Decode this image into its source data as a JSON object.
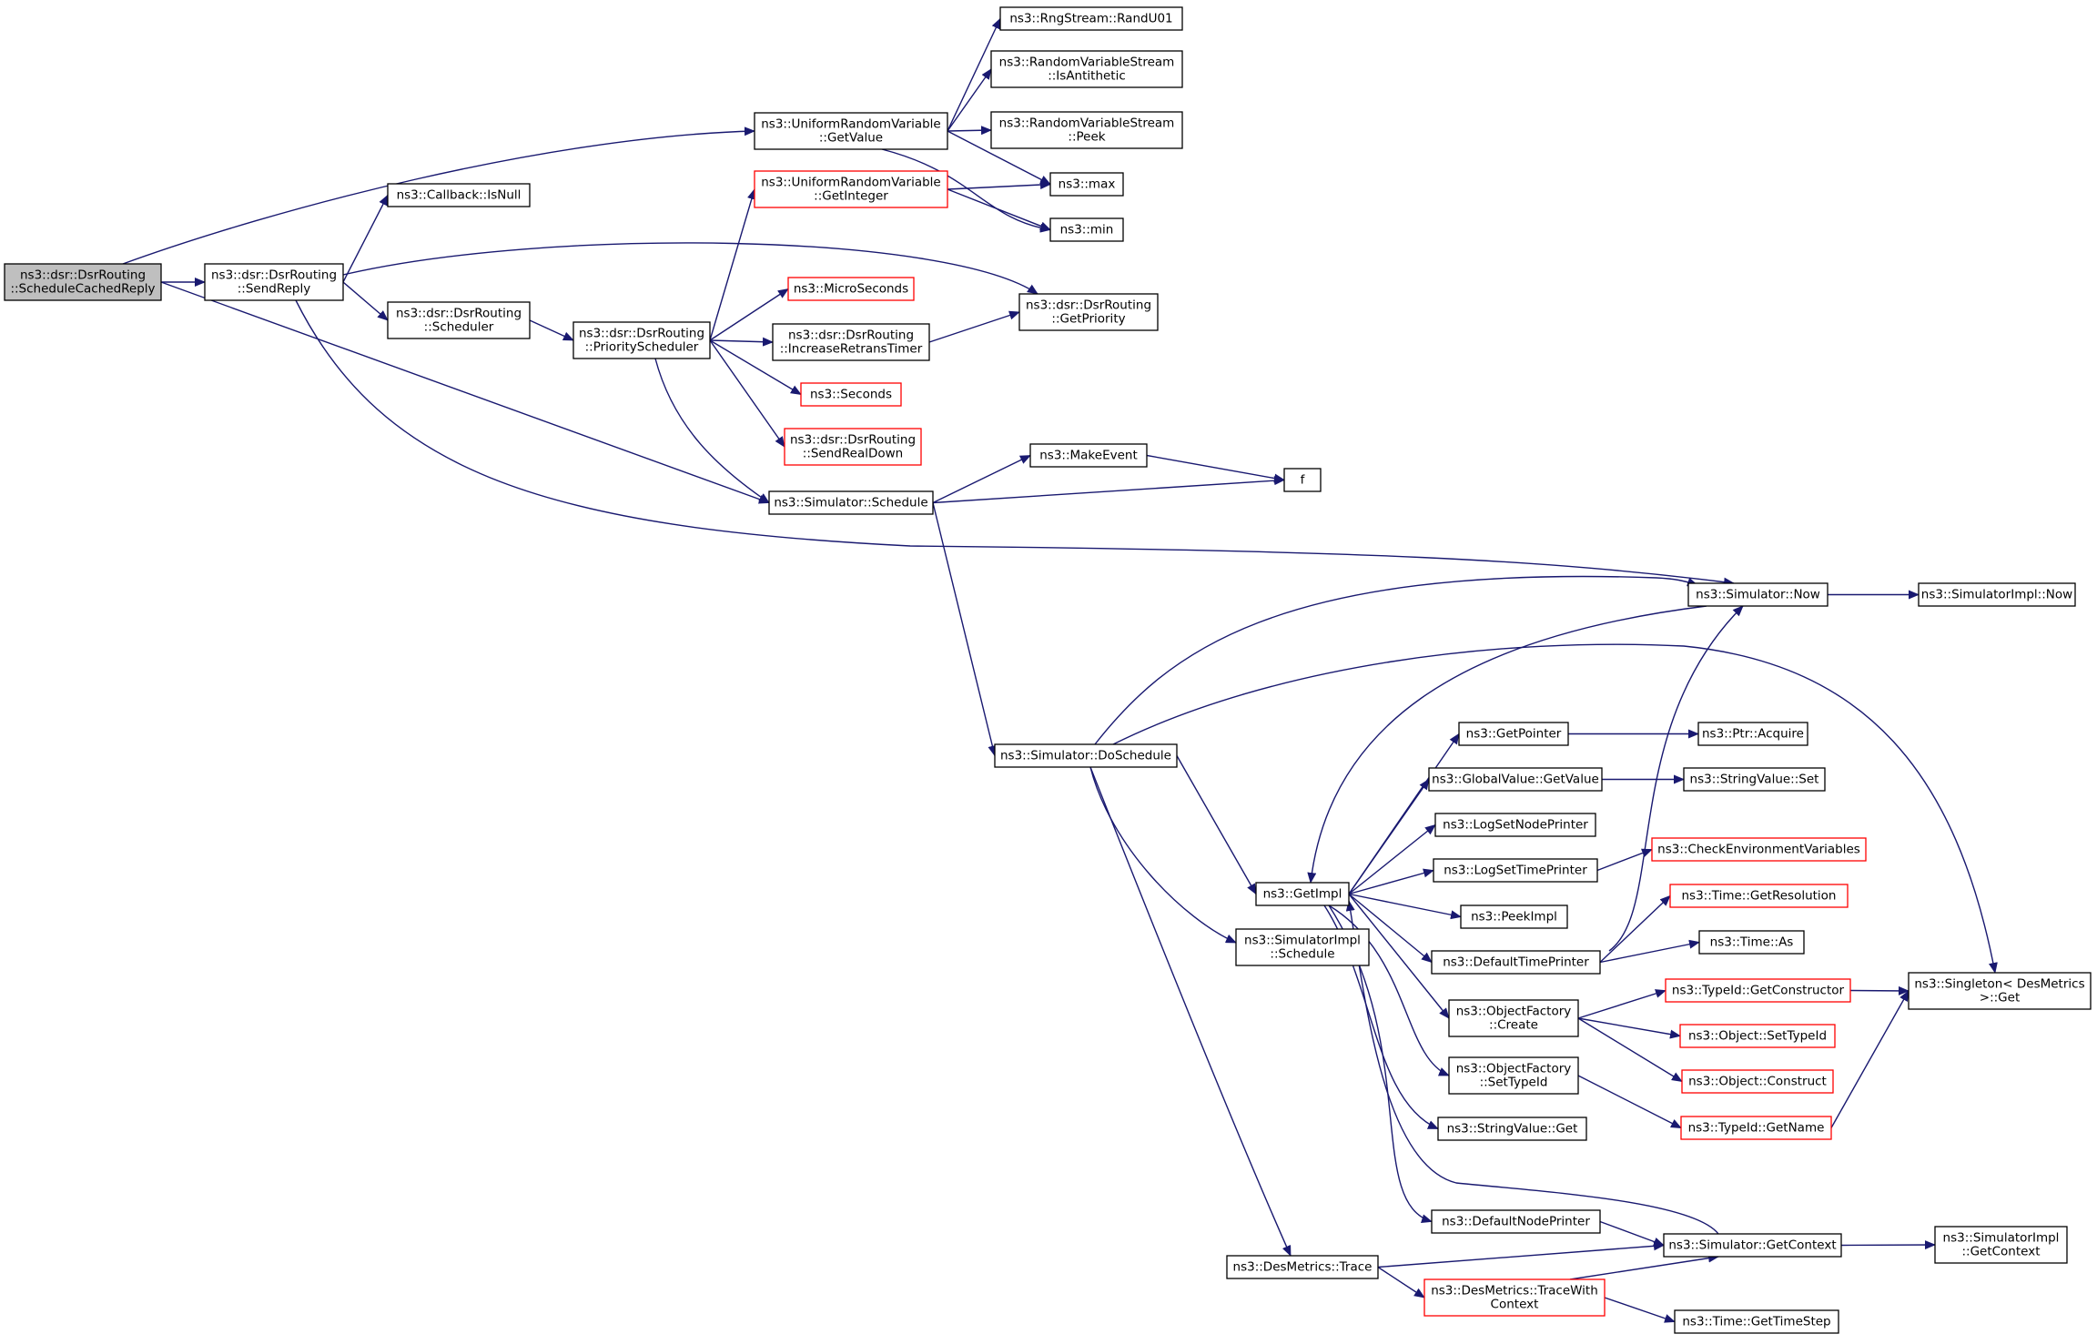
{
  "colors": {
    "edge": "#191970",
    "node_border": "#000000",
    "node_border_truncated": "#ff0000",
    "node_fill": "#ffffff",
    "root_fill": "#bfbfbf"
  },
  "nodes": [
    {
      "id": "root",
      "lines": [
        "ns3::dsr::DsrRouting",
        "::ScheduleCachedReply"
      ],
      "style": "root"
    },
    {
      "id": "sendreply",
      "lines": [
        "ns3::dsr::DsrRouting",
        "::SendReply"
      ],
      "style": "normal"
    },
    {
      "id": "isnull",
      "lines": [
        "ns3::Callback::IsNull"
      ],
      "style": "normal"
    },
    {
      "id": "scheduler",
      "lines": [
        "ns3::dsr::DsrRouting",
        "::Scheduler"
      ],
      "style": "normal"
    },
    {
      "id": "prioritysched",
      "lines": [
        "ns3::dsr::DsrRouting",
        "::PriorityScheduler"
      ],
      "style": "normal"
    },
    {
      "id": "urv_getvalue",
      "lines": [
        "ns3::UniformRandomVariable",
        "::GetValue"
      ],
      "style": "normal"
    },
    {
      "id": "urv_getinteger",
      "lines": [
        "ns3::UniformRandomVariable",
        "::GetInteger"
      ],
      "style": "truncated"
    },
    {
      "id": "microseconds",
      "lines": [
        "ns3::MicroSeconds"
      ],
      "style": "truncated"
    },
    {
      "id": "increaseretrans",
      "lines": [
        "ns3::dsr::DsrRouting",
        "::IncreaseRetransTimer"
      ],
      "style": "normal"
    },
    {
      "id": "seconds",
      "lines": [
        "ns3::Seconds"
      ],
      "style": "truncated"
    },
    {
      "id": "sendrealdown",
      "lines": [
        "ns3::dsr::DsrRouting",
        "::SendRealDown"
      ],
      "style": "truncated"
    },
    {
      "id": "sim_schedule",
      "lines": [
        "ns3::Simulator::Schedule"
      ],
      "style": "normal"
    },
    {
      "id": "randu01",
      "lines": [
        "ns3::RngStream::RandU01"
      ],
      "style": "normal"
    },
    {
      "id": "isantithetic",
      "lines": [
        "ns3::RandomVariableStream",
        "::IsAntithetic"
      ],
      "style": "normal"
    },
    {
      "id": "peek",
      "lines": [
        "ns3::RandomVariableStream",
        "::Peek"
      ],
      "style": "normal"
    },
    {
      "id": "max",
      "lines": [
        "ns3::max"
      ],
      "style": "normal"
    },
    {
      "id": "min",
      "lines": [
        "ns3::min"
      ],
      "style": "normal"
    },
    {
      "id": "getpriority",
      "lines": [
        "ns3::dsr::DsrRouting",
        "::GetPriority"
      ],
      "style": "normal"
    },
    {
      "id": "makeevent",
      "lines": [
        "ns3::MakeEvent"
      ],
      "style": "normal"
    },
    {
      "id": "f",
      "lines": [
        "f"
      ],
      "style": "normal"
    },
    {
      "id": "sim_now",
      "lines": [
        "ns3::Simulator::Now"
      ],
      "style": "normal"
    },
    {
      "id": "simimpl_now",
      "lines": [
        "ns3::SimulatorImpl::Now"
      ],
      "style": "normal"
    },
    {
      "id": "doschedule",
      "lines": [
        "ns3::Simulator::DoSchedule"
      ],
      "style": "normal"
    },
    {
      "id": "getimpl",
      "lines": [
        "ns3::GetImpl"
      ],
      "style": "normal"
    },
    {
      "id": "simimpl_schedule",
      "lines": [
        "ns3::SimulatorImpl",
        "::Schedule"
      ],
      "style": "normal"
    },
    {
      "id": "desmetrics_trace",
      "lines": [
        "ns3::DesMetrics::Trace"
      ],
      "style": "normal"
    },
    {
      "id": "getpointer",
      "lines": [
        "ns3::GetPointer"
      ],
      "style": "normal"
    },
    {
      "id": "globalvalue_getvalue",
      "lines": [
        "ns3::GlobalValue::GetValue"
      ],
      "style": "normal"
    },
    {
      "id": "logsetnodeprinter",
      "lines": [
        "ns3::LogSetNodePrinter"
      ],
      "style": "normal"
    },
    {
      "id": "logsettimeprinter",
      "lines": [
        "ns3::LogSetTimePrinter"
      ],
      "style": "normal"
    },
    {
      "id": "peekimpl",
      "lines": [
        "ns3::PeekImpl"
      ],
      "style": "normal"
    },
    {
      "id": "defaulttimeprinter",
      "lines": [
        "ns3::DefaultTimePrinter"
      ],
      "style": "normal"
    },
    {
      "id": "objfactory_create",
      "lines": [
        "ns3::ObjectFactory",
        "::Create"
      ],
      "style": "normal"
    },
    {
      "id": "objfactory_settypeid",
      "lines": [
        "ns3::ObjectFactory",
        "::SetTypeId"
      ],
      "style": "normal"
    },
    {
      "id": "stringvalue_get",
      "lines": [
        "ns3::StringValue::Get"
      ],
      "style": "normal"
    },
    {
      "id": "defaultnodeprinter",
      "lines": [
        "ns3::DefaultNodePrinter"
      ],
      "style": "normal"
    },
    {
      "id": "sim_getcontext",
      "lines": [
        "ns3::Simulator::GetContext"
      ],
      "style": "normal"
    },
    {
      "id": "tracewithcontext",
      "lines": [
        "ns3::DesMetrics::TraceWith",
        "Context"
      ],
      "style": "truncated"
    },
    {
      "id": "ptr_acquire",
      "lines": [
        "ns3::Ptr::Acquire"
      ],
      "style": "normal"
    },
    {
      "id": "stringvalue_set",
      "lines": [
        "ns3::StringValue::Set"
      ],
      "style": "normal"
    },
    {
      "id": "checkenv",
      "lines": [
        "ns3::CheckEnvironmentVariables"
      ],
      "style": "truncated"
    },
    {
      "id": "time_getresolution",
      "lines": [
        "ns3::Time::GetResolution"
      ],
      "style": "truncated"
    },
    {
      "id": "time_as",
      "lines": [
        "ns3::Time::As"
      ],
      "style": "normal"
    },
    {
      "id": "typeid_getconstructor",
      "lines": [
        "ns3::TypeId::GetConstructor"
      ],
      "style": "truncated"
    },
    {
      "id": "object_settypeid",
      "lines": [
        "ns3::Object::SetTypeId"
      ],
      "style": "truncated"
    },
    {
      "id": "object_construct",
      "lines": [
        "ns3::Object::Construct"
      ],
      "style": "truncated"
    },
    {
      "id": "typeid_getname",
      "lines": [
        "ns3::TypeId::GetName"
      ],
      "style": "truncated"
    },
    {
      "id": "singleton_get",
      "lines": [
        "ns3::Singleton< DesMetrics",
        " >::Get"
      ],
      "style": "normal"
    },
    {
      "id": "simimpl_getcontext",
      "lines": [
        "ns3::SimulatorImpl",
        "::GetContext"
      ],
      "style": "normal"
    },
    {
      "id": "time_gettimestep",
      "lines": [
        "ns3::Time::GetTimeStep"
      ],
      "style": "normal"
    }
  ],
  "edges": [
    [
      "root",
      "urv_getvalue"
    ],
    [
      "root",
      "sendreply"
    ],
    [
      "root",
      "sim_schedule"
    ],
    [
      "sendreply",
      "isnull"
    ],
    [
      "sendreply",
      "scheduler"
    ],
    [
      "sendreply",
      "getpriority"
    ],
    [
      "sendreply",
      "sim_now"
    ],
    [
      "scheduler",
      "prioritysched"
    ],
    [
      "prioritysched",
      "urv_getinteger"
    ],
    [
      "prioritysched",
      "microseconds"
    ],
    [
      "prioritysched",
      "increaseretrans"
    ],
    [
      "prioritysched",
      "seconds"
    ],
    [
      "prioritysched",
      "sendrealdown"
    ],
    [
      "prioritysched",
      "sim_schedule"
    ],
    [
      "urv_getvalue",
      "randu01"
    ],
    [
      "urv_getvalue",
      "isantithetic"
    ],
    [
      "urv_getvalue",
      "peek"
    ],
    [
      "urv_getvalue",
      "max"
    ],
    [
      "urv_getvalue",
      "min"
    ],
    [
      "urv_getinteger",
      "max"
    ],
    [
      "urv_getinteger",
      "min"
    ],
    [
      "increaseretrans",
      "getpriority"
    ],
    [
      "sim_schedule",
      "makeevent"
    ],
    [
      "sim_schedule",
      "f"
    ],
    [
      "sim_schedule",
      "doschedule"
    ],
    [
      "makeevent",
      "f"
    ],
    [
      "sim_now",
      "simimpl_now"
    ],
    [
      "sim_now",
      "getimpl"
    ],
    [
      "doschedule",
      "sim_now"
    ],
    [
      "doschedule",
      "singleton_get"
    ],
    [
      "doschedule",
      "getimpl"
    ],
    [
      "doschedule",
      "simimpl_schedule"
    ],
    [
      "doschedule",
      "desmetrics_trace"
    ],
    [
      "getimpl",
      "getpointer"
    ],
    [
      "getimpl",
      "globalvalue_getvalue"
    ],
    [
      "getimpl",
      "logsetnodeprinter"
    ],
    [
      "getimpl",
      "logsettimeprinter"
    ],
    [
      "getimpl",
      "peekimpl"
    ],
    [
      "getimpl",
      "defaulttimeprinter"
    ],
    [
      "getimpl",
      "objfactory_create"
    ],
    [
      "getimpl",
      "objfactory_settypeid"
    ],
    [
      "getimpl",
      "stringvalue_get"
    ],
    [
      "getimpl",
      "defaultnodeprinter"
    ],
    [
      "getpointer",
      "ptr_acquire"
    ],
    [
      "globalvalue_getvalue",
      "stringvalue_set"
    ],
    [
      "logsettimeprinter",
      "checkenv"
    ],
    [
      "defaulttimeprinter",
      "sim_now"
    ],
    [
      "defaulttimeprinter",
      "time_getresolution"
    ],
    [
      "defaulttimeprinter",
      "time_as"
    ],
    [
      "objfactory_create",
      "typeid_getconstructor"
    ],
    [
      "objfactory_create",
      "object_settypeid"
    ],
    [
      "objfactory_create",
      "object_construct"
    ],
    [
      "objfactory_settypeid",
      "typeid_getname"
    ],
    [
      "typeid_getconstructor",
      "singleton_get"
    ],
    [
      "typeid_getname",
      "singleton_get"
    ],
    [
      "defaultnodeprinter",
      "sim_getcontext"
    ],
    [
      "sim_getcontext",
      "getimpl"
    ],
    [
      "sim_getcontext",
      "simimpl_getcontext"
    ],
    [
      "desmetrics_trace",
      "sim_getcontext"
    ],
    [
      "desmetrics_trace",
      "tracewithcontext"
    ],
    [
      "tracewithcontext",
      "sim_getcontext"
    ],
    [
      "tracewithcontext",
      "time_gettimestep"
    ]
  ]
}
